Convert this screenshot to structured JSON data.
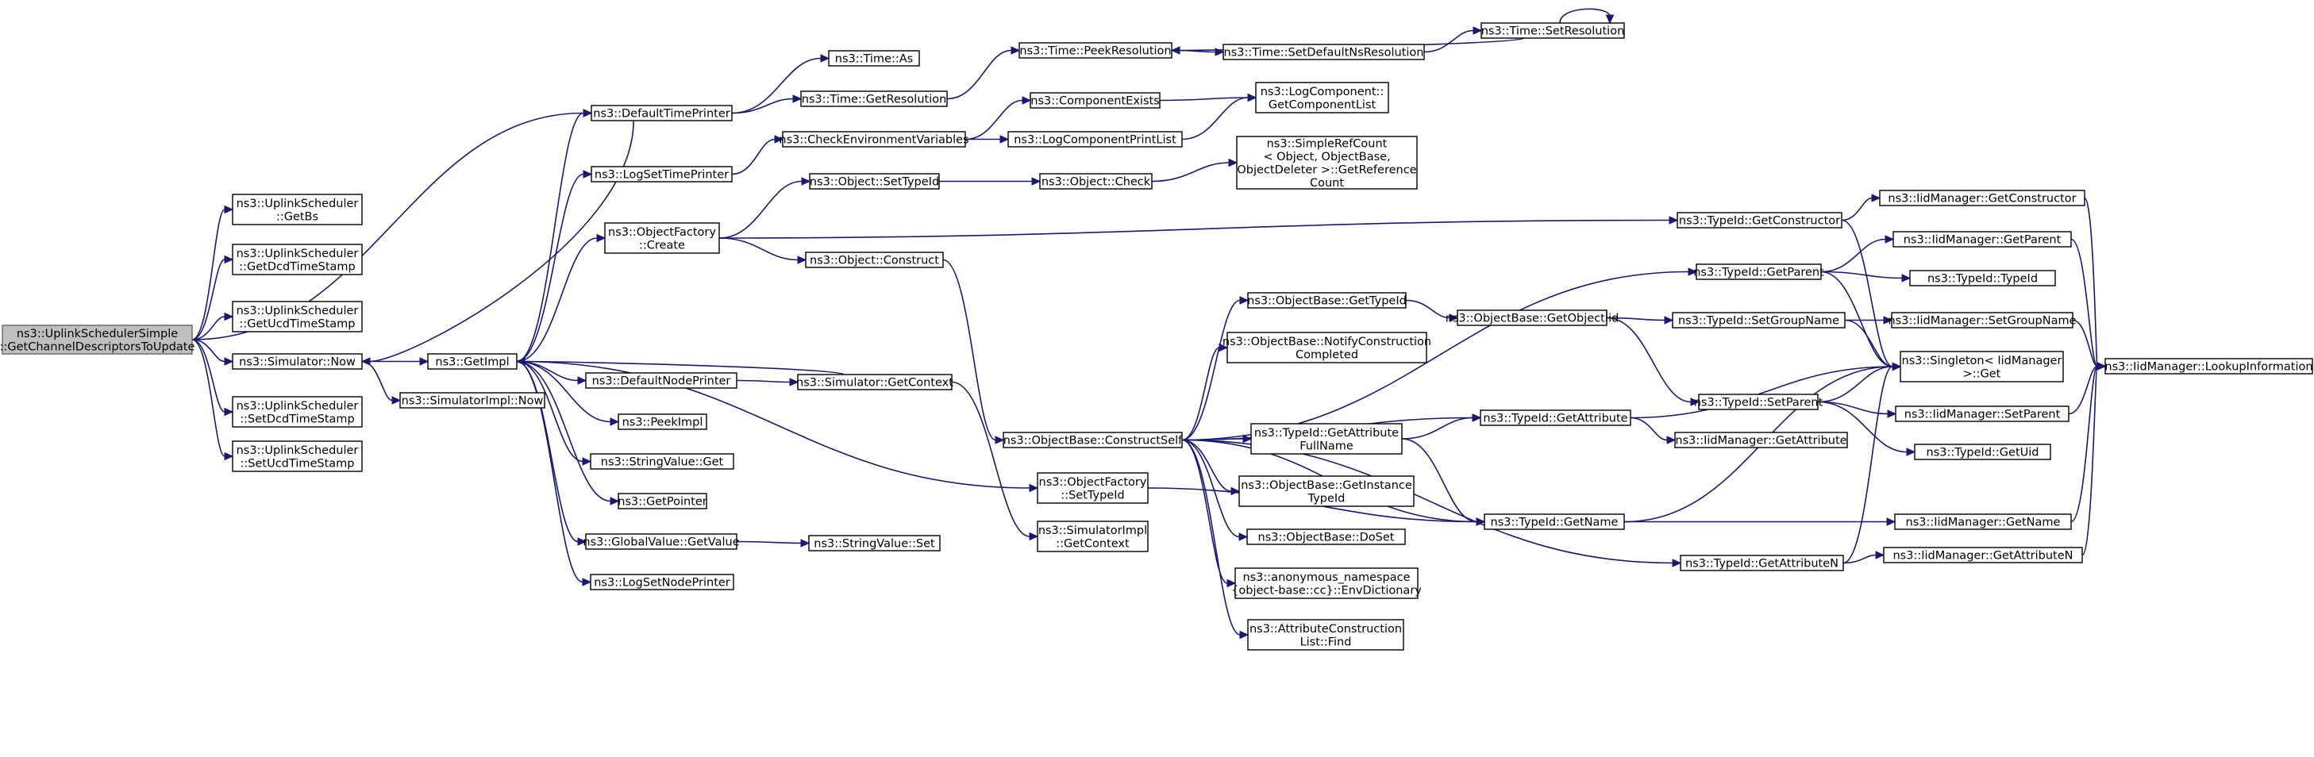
{
  "colors": {
    "edge": "#191970",
    "node_border": "#000000",
    "root_fill": "#bfbfbf",
    "node_fill": "#ffffff"
  },
  "nodes": [
    {
      "id": "root",
      "lines": [
        "ns3::UplinkSchedulerSimple",
        "::GetChannelDescriptorsToUpdate"
      ],
      "root": true
    },
    {
      "id": "getbs",
      "lines": [
        "ns3::UplinkScheduler",
        "::GetBs"
      ]
    },
    {
      "id": "getdcd",
      "lines": [
        "ns3::UplinkScheduler",
        "::GetDcdTimeStamp"
      ]
    },
    {
      "id": "getucd",
      "lines": [
        "ns3::UplinkScheduler",
        "::GetUcdTimeStamp"
      ]
    },
    {
      "id": "simnow",
      "lines": [
        "ns3::Simulator::Now"
      ]
    },
    {
      "id": "setdcd",
      "lines": [
        "ns3::UplinkScheduler",
        "::SetDcdTimeStamp"
      ]
    },
    {
      "id": "setucd",
      "lines": [
        "ns3::UplinkScheduler",
        "::SetUcdTimeStamp"
      ]
    },
    {
      "id": "getimpl",
      "lines": [
        "ns3::GetImpl"
      ]
    },
    {
      "id": "simimplnow",
      "lines": [
        "ns3::SimulatorImpl::Now"
      ]
    },
    {
      "id": "deftimeprinter",
      "lines": [
        "ns3::DefaultTimePrinter"
      ]
    },
    {
      "id": "logsettime",
      "lines": [
        "ns3::LogSetTimePrinter"
      ]
    },
    {
      "id": "objfactcreate",
      "lines": [
        "ns3::ObjectFactory",
        "::Create"
      ]
    },
    {
      "id": "defnodeprinter",
      "lines": [
        "ns3::DefaultNodePrinter"
      ]
    },
    {
      "id": "peekimpl",
      "lines": [
        "ns3::PeekImpl"
      ]
    },
    {
      "id": "strvalget",
      "lines": [
        "ns3::StringValue::Get"
      ]
    },
    {
      "id": "getpointer",
      "lines": [
        "ns3::GetPointer"
      ]
    },
    {
      "id": "globalvalget",
      "lines": [
        "ns3::GlobalValue::GetValue"
      ]
    },
    {
      "id": "logsetnode",
      "lines": [
        "ns3::LogSetNodePrinter"
      ]
    },
    {
      "id": "timeas",
      "lines": [
        "ns3::Time::As"
      ]
    },
    {
      "id": "timegetres",
      "lines": [
        "ns3::Time::GetResolution"
      ]
    },
    {
      "id": "checkenv",
      "lines": [
        "ns3::CheckEnvironmentVariables"
      ]
    },
    {
      "id": "objsettypeid",
      "lines": [
        "ns3::Object::SetTypeId"
      ]
    },
    {
      "id": "objconstruct",
      "lines": [
        "ns3::Object::Construct"
      ]
    },
    {
      "id": "simgetctx",
      "lines": [
        "ns3::Simulator::GetContext"
      ]
    },
    {
      "id": "strvalset",
      "lines": [
        "ns3::StringValue::Set"
      ]
    },
    {
      "id": "timepeekres",
      "lines": [
        "ns3::Time::PeekResolution"
      ]
    },
    {
      "id": "timesetdef",
      "lines": [
        "ns3::Time::SetDefaultNsResolution"
      ]
    },
    {
      "id": "timesetres",
      "lines": [
        "ns3::Time::SetResolution"
      ]
    },
    {
      "id": "compexists",
      "lines": [
        "ns3::ComponentExists"
      ]
    },
    {
      "id": "logcompprint",
      "lines": [
        "ns3::LogComponentPrintList"
      ]
    },
    {
      "id": "logcompget",
      "lines": [
        "ns3::LogComponent::",
        "GetComponentList"
      ]
    },
    {
      "id": "objcheck",
      "lines": [
        "ns3::Object::Check"
      ]
    },
    {
      "id": "simplerefcount",
      "lines": [
        "ns3::SimpleRefCount",
        "< Object, ObjectBase,",
        "ObjectDeleter >::GetReference",
        "Count"
      ]
    },
    {
      "id": "constructself",
      "lines": [
        "ns3::ObjectBase::ConstructSelf"
      ]
    },
    {
      "id": "objfactsettype",
      "lines": [
        "ns3::ObjectFactory",
        "::SetTypeId"
      ]
    },
    {
      "id": "simimplgetctx",
      "lines": [
        "ns3::SimulatorImpl",
        "::GetContext"
      ]
    },
    {
      "id": "obgettypeid",
      "lines": [
        "ns3::ObjectBase::GetTypeId"
      ]
    },
    {
      "id": "obnotify",
      "lines": [
        "ns3::ObjectBase::NotifyConstruction",
        "Completed"
      ]
    },
    {
      "id": "tidgetattrfull",
      "lines": [
        "ns3::TypeId::GetAttribute",
        "FullName"
      ]
    },
    {
      "id": "obgetinst",
      "lines": [
        "ns3::ObjectBase::GetInstance",
        "TypeId"
      ]
    },
    {
      "id": "obdoset",
      "lines": [
        "ns3::ObjectBase::DoSet"
      ]
    },
    {
      "id": "anonenv",
      "lines": [
        "ns3::anonymous_namespace",
        "{object-base::cc}::EnvDictionary"
      ]
    },
    {
      "id": "attrconsfind",
      "lines": [
        "ns3::AttributeConstruction",
        "List::Find"
      ]
    },
    {
      "id": "obgetobjtid",
      "lines": [
        "ns3::ObjectBase::GetObjectIid"
      ]
    },
    {
      "id": "tidgetattr",
      "lines": [
        "ns3::TypeId::GetAttribute"
      ]
    },
    {
      "id": "tidgetname",
      "lines": [
        "ns3::TypeId::GetName"
      ]
    },
    {
      "id": "tidgetattrn",
      "lines": [
        "ns3::TypeId::GetAttributeN"
      ]
    },
    {
      "id": "tidgetcons",
      "lines": [
        "ns3::TypeId::GetConstructor"
      ]
    },
    {
      "id": "tidgetparent",
      "lines": [
        "ns3::TypeId::GetParent"
      ]
    },
    {
      "id": "tidsetgroup",
      "lines": [
        "ns3::TypeId::SetGroupName"
      ]
    },
    {
      "id": "tidsetparent",
      "lines": [
        "ns3::TypeId::SetParent"
      ]
    },
    {
      "id": "iidgetattr",
      "lines": [
        "ns3::IidManager::GetAttribute"
      ]
    },
    {
      "id": "iidgetcons",
      "lines": [
        "ns3::IidManager::GetConstructor"
      ]
    },
    {
      "id": "iidgetparent",
      "lines": [
        "ns3::IidManager::GetParent"
      ]
    },
    {
      "id": "tidtypeid",
      "lines": [
        "ns3::TypeId::TypeId"
      ]
    },
    {
      "id": "iidsetgroup",
      "lines": [
        "ns3::IidManager::SetGroupName"
      ]
    },
    {
      "id": "singleton",
      "lines": [
        "ns3::Singleton< IidManager",
        ">::Get"
      ]
    },
    {
      "id": "iidsetparent",
      "lines": [
        "ns3::IidManager::SetParent"
      ]
    },
    {
      "id": "tidgetuid",
      "lines": [
        "ns3::TypeId::GetUid"
      ]
    },
    {
      "id": "iidgetname",
      "lines": [
        "ns3::IidManager::GetName"
      ]
    },
    {
      "id": "iidgetattrn",
      "lines": [
        "ns3::IidManager::GetAttributeN"
      ]
    },
    {
      "id": "iidlookup",
      "lines": [
        "ns3::IidManager::LookupInformation"
      ]
    }
  ],
  "edges": [
    [
      "root",
      "getbs"
    ],
    [
      "root",
      "getdcd"
    ],
    [
      "root",
      "getucd"
    ],
    [
      "root",
      "simnow"
    ],
    [
      "root",
      "setdcd"
    ],
    [
      "root",
      "setucd"
    ],
    [
      "root",
      "deftimeprinter"
    ],
    [
      "simnow",
      "getimpl"
    ],
    [
      "simnow",
      "simimplnow"
    ],
    [
      "getimpl",
      "deftimeprinter"
    ],
    [
      "getimpl",
      "logsettime"
    ],
    [
      "getimpl",
      "objfactcreate"
    ],
    [
      "getimpl",
      "objfactsettype"
    ],
    [
      "getimpl",
      "defnodeprinter"
    ],
    [
      "getimpl",
      "peekimpl"
    ],
    [
      "getimpl",
      "strvalget"
    ],
    [
      "getimpl",
      "getpointer"
    ],
    [
      "getimpl",
      "globalvalget"
    ],
    [
      "getimpl",
      "logsetnode"
    ],
    [
      "deftimeprinter",
      "timeas"
    ],
    [
      "deftimeprinter",
      "timegetres"
    ],
    [
      "deftimeprinter",
      "simnow"
    ],
    [
      "logsettime",
      "checkenv"
    ],
    [
      "objfactcreate",
      "objsettypeid"
    ],
    [
      "objfactcreate",
      "objconstruct"
    ],
    [
      "objfactcreate",
      "tidgetcons"
    ],
    [
      "defnodeprinter",
      "simgetctx"
    ],
    [
      "globalvalget",
      "strvalset"
    ],
    [
      "timegetres",
      "timepeekres"
    ],
    [
      "timepeekres",
      "timesetdef"
    ],
    [
      "timesetdef",
      "timesetres"
    ],
    [
      "timesetres",
      "timepeekres"
    ],
    [
      "timesetres",
      "timesetres"
    ],
    [
      "checkenv",
      "compexists"
    ],
    [
      "checkenv",
      "logcompprint"
    ],
    [
      "compexists",
      "logcompget"
    ],
    [
      "logcompprint",
      "logcompget"
    ],
    [
      "objsettypeid",
      "objcheck"
    ],
    [
      "objcheck",
      "simplerefcount"
    ],
    [
      "objconstruct",
      "constructself"
    ],
    [
      "simgetctx",
      "getimpl"
    ],
    [
      "simgetctx",
      "simimplgetctx"
    ],
    [
      "objfactsettype",
      "tidgetname"
    ],
    [
      "constructself",
      "obgettypeid"
    ],
    [
      "constructself",
      "obnotify"
    ],
    [
      "constructself",
      "tidgetattrfull"
    ],
    [
      "constructself",
      "obgetinst"
    ],
    [
      "constructself",
      "obdoset"
    ],
    [
      "constructself",
      "anonenv"
    ],
    [
      "constructself",
      "attrconsfind"
    ],
    [
      "constructself",
      "tidgetattr"
    ],
    [
      "constructself",
      "tidgetname"
    ],
    [
      "constructself",
      "tidgetattrn"
    ],
    [
      "constructself",
      "tidgetparent"
    ],
    [
      "obgettypeid",
      "obgetobjtid"
    ],
    [
      "obgetobjtid",
      "tidsetgroup"
    ],
    [
      "obgetobjtid",
      "tidsetparent"
    ],
    [
      "tidgetattrfull",
      "tidgetattr"
    ],
    [
      "tidgetattrfull",
      "tidgetname"
    ],
    [
      "tidgetattr",
      "iidgetattr"
    ],
    [
      "tidgetattr",
      "singleton"
    ],
    [
      "tidgetname",
      "iidgetname"
    ],
    [
      "tidgetname",
      "singleton"
    ],
    [
      "tidgetattrn",
      "iidgetattrn"
    ],
    [
      "tidgetattrn",
      "singleton"
    ],
    [
      "tidgetcons",
      "iidgetcons"
    ],
    [
      "tidgetcons",
      "singleton"
    ],
    [
      "tidgetparent",
      "iidgetparent"
    ],
    [
      "tidgetparent",
      "tidtypeid"
    ],
    [
      "tidgetparent",
      "singleton"
    ],
    [
      "tidsetgroup",
      "iidsetgroup"
    ],
    [
      "tidsetgroup",
      "singleton"
    ],
    [
      "tidsetparent",
      "iidsetparent"
    ],
    [
      "tidsetparent",
      "tidgetuid"
    ],
    [
      "tidsetparent",
      "singleton"
    ],
    [
      "iidgetcons",
      "iidlookup"
    ],
    [
      "iidgetparent",
      "iidlookup"
    ],
    [
      "iidsetgroup",
      "iidlookup"
    ],
    [
      "iidsetparent",
      "iidlookup"
    ],
    [
      "iidgetname",
      "iidlookup"
    ],
    [
      "iidgetattrn",
      "iidlookup"
    ]
  ]
}
